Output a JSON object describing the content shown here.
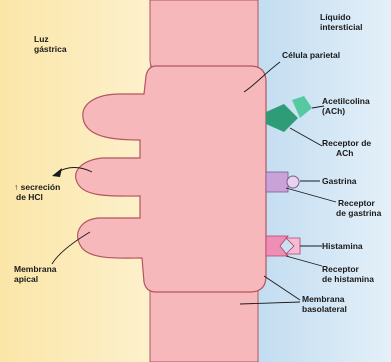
{
  "labels": {
    "lumen": [
      "Luz",
      "gástrica"
    ],
    "interstitial": [
      "Líquido",
      "intersticial"
    ],
    "parietal_cell": "Célula parietal",
    "acetylcholine": [
      "Acetilcolina",
      "(ACh)"
    ],
    "ach_receptor": [
      "Receptor de",
      "ACh"
    ],
    "gastrin": "Gastrina",
    "gastrin_receptor": [
      "Receptor",
      "de gastrina"
    ],
    "histamine": "Histamina",
    "histamine_receptor": [
      "Receptor",
      "de histamina"
    ],
    "hcl_secretion": [
      "↑ secreción",
      "de HCl"
    ],
    "apical_membrane": [
      "Membrana",
      "apical"
    ],
    "basolateral_membrane": [
      "Membrana",
      "basolateral"
    ]
  },
  "colors": {
    "lumen": "#fbe6a8",
    "interstitial": "#bcd9ef",
    "cell": "#f7b8bb",
    "cell_outline": "#b3555e",
    "ach": "#56c9a2",
    "gastrin_receptor": "#c9a3d8",
    "histamine": "#ef8eb4"
  }
}
